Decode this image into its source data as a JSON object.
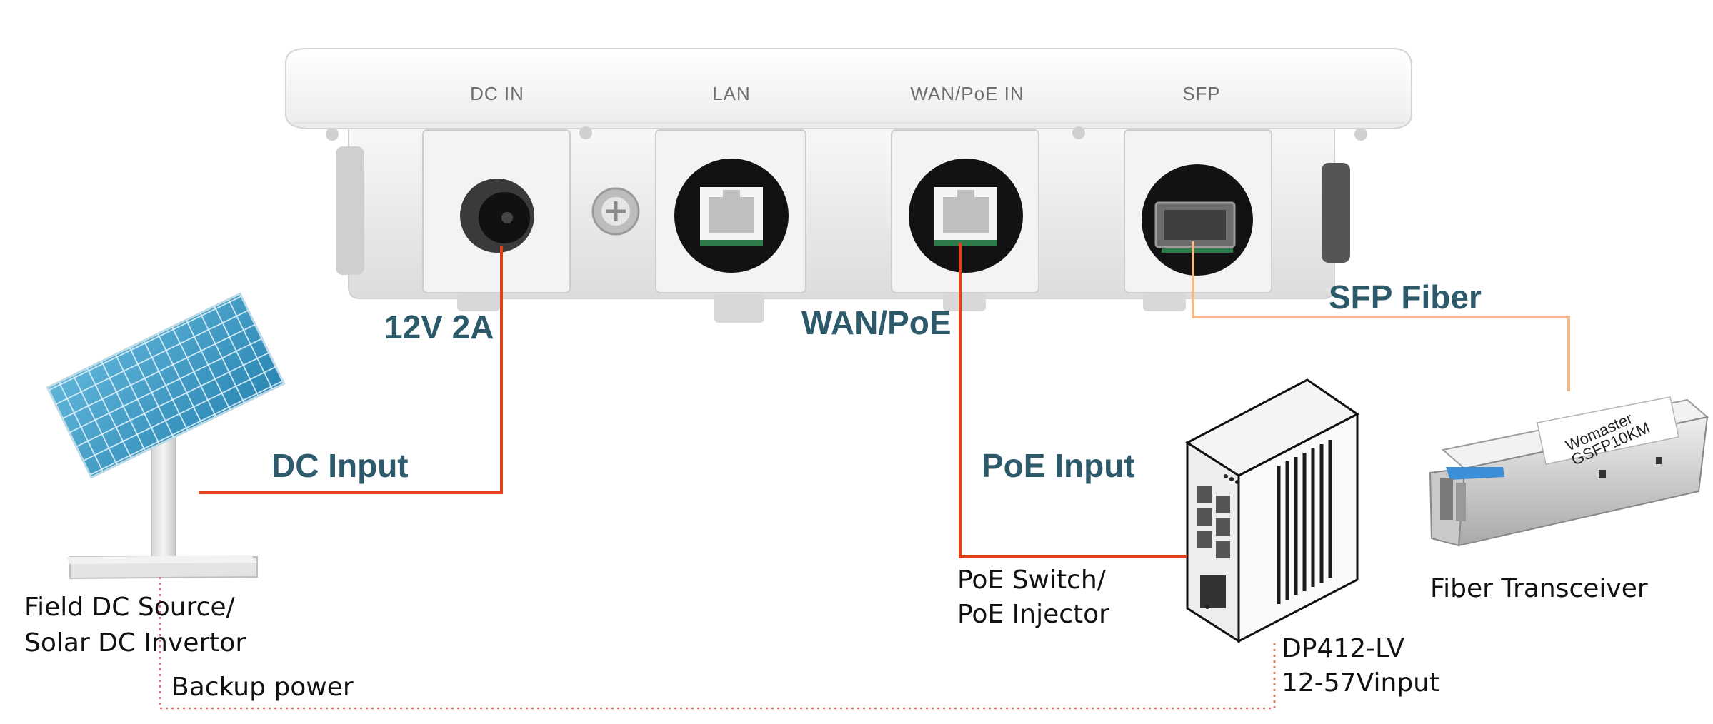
{
  "device_ports": {
    "dc_in": "DC IN",
    "lan": "LAN",
    "wan_poe_in": "WAN/PoE IN",
    "sfp": "SFP"
  },
  "labels": {
    "dc_spec": "12V 2A",
    "wan_poe": "WAN/PoE",
    "sfp_fiber": "SFP Fiber",
    "dc_input": "DC Input",
    "poe_input": "PoE Input",
    "field_source_line1": "Field DC Source/",
    "field_source_line2": "Solar DC Invertor",
    "backup_power": "Backup power",
    "poe_switch_line1": "PoE Switch/",
    "poe_switch_line2": "PoE Injector",
    "switch_model": "DP412-LV",
    "switch_input": "12-57Vinput",
    "fiber_transceiver": "Fiber Transceiver",
    "transceiver_brand": "Womaster",
    "transceiver_model": "GSFP10KM"
  },
  "colors": {
    "power_line": "#e0401a",
    "fiber_line": "#f2b98a",
    "backup_line": "#e06a6a",
    "label_teal": "#2c5a6b"
  },
  "icons": {
    "device": "outdoor-access-point",
    "solar": "solar-panel-icon",
    "switch": "poe-switch-icon",
    "transceiver": "sfp-transceiver-icon"
  }
}
